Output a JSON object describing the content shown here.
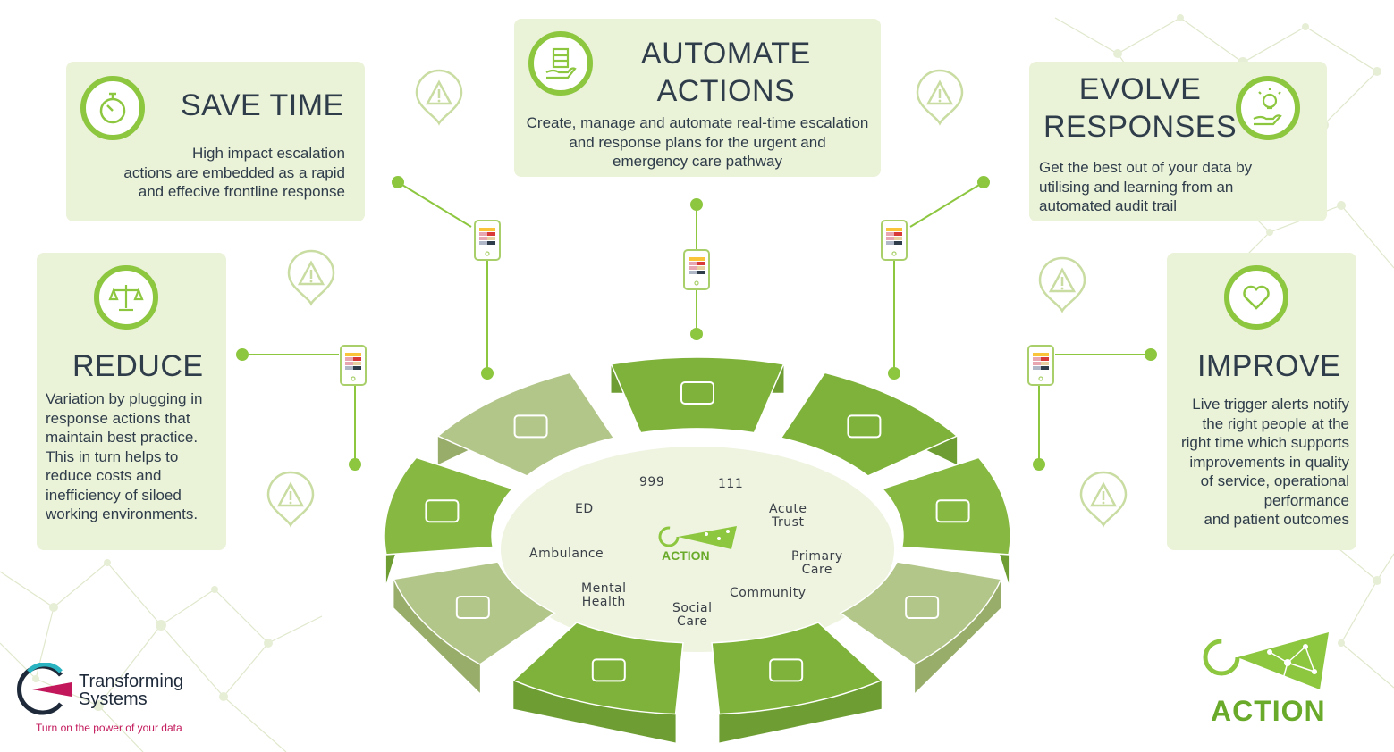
{
  "cards": {
    "save_time": {
      "title": "SAVE TIME",
      "desc": [
        "High impact escalation",
        "actions are embedded as a rapid",
        "and effecive frontline response"
      ]
    },
    "automate": {
      "title": [
        "AUTOMATE",
        "ACTIONS"
      ],
      "desc": [
        "Create, manage and automate real-time escalation",
        "and response plans for the urgent and",
        "emergency care pathway"
      ]
    },
    "evolve": {
      "title": [
        "EVOLVE",
        "RESPONSES"
      ],
      "desc": [
        "Get the best out of your data by",
        "utilising and learning from an",
        "automated audit trail"
      ]
    },
    "reduce": {
      "title": "REDUCE",
      "desc": [
        "Variation by plugging in",
        "response actions that",
        "maintain best practice.",
        "This in turn helps to",
        "reduce costs and",
        "inefficiency of siloed",
        "working environments."
      ]
    },
    "improve": {
      "title": "IMPROVE",
      "desc": [
        "Live trigger alerts notify",
        "the right people at the",
        "right time which supports",
        "improvements in quality",
        "of service, operational",
        "performance",
        "and patient outcomes"
      ]
    }
  },
  "wheel_labels": {
    "n999": "999",
    "n111": "111",
    "acute": [
      "Acute",
      "Trust"
    ],
    "primary": [
      "Primary",
      "Care"
    ],
    "community": "Community",
    "social": [
      "Social",
      "Care"
    ],
    "mental": [
      "Mental",
      "Health"
    ],
    "ambulance": "Ambulance",
    "ed": "ED"
  },
  "center_label": "ACTION",
  "logo": {
    "line1": "Transforming",
    "line2": "Systems",
    "tagline": "Turn on the power of your data"
  },
  "action_logo_label": "ACTION",
  "colors": {
    "accent": "#8dc63f",
    "card_bg": "#eaf2d8",
    "dark_green": "#6a9a2e",
    "pale_green": "#b5c88a",
    "text": "#2f3c4a",
    "tagline": "#c2185b"
  }
}
